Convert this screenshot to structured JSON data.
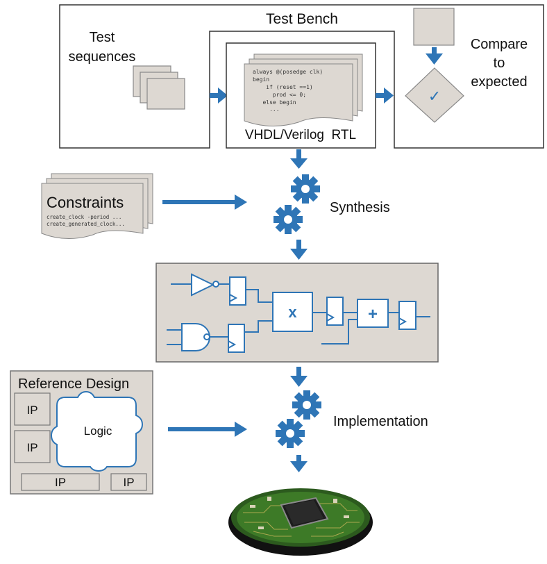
{
  "testbench": {
    "title": "Test Bench",
    "sequences_line1": "Test",
    "sequences_line2": "sequences",
    "compare_line1": "Compare",
    "compare_line2": "to",
    "compare_line3": "expected",
    "checkmark": "✓"
  },
  "rtl": {
    "label": "VHDL/Verilog  RTL",
    "code": [
      "always @(posedge clk)",
      "begin",
      "    if (reset ==1)",
      "      prod <= 0;",
      "   else begin",
      "     ..."
    ]
  },
  "constraints": {
    "title": "Constraints",
    "code": [
      "create_clock -period ...",
      "create_generated_clock..."
    ]
  },
  "steps": {
    "synthesis": "Synthesis",
    "implementation": "Implementation"
  },
  "netlist": {
    "multiply": "x",
    "add": "+"
  },
  "reference_design": {
    "title": "Reference Design",
    "ip_label": "IP",
    "logic_label": "Logic"
  },
  "colors": {
    "arrow_blue": "#2e75b6",
    "gray_fill": "#ddd8d2",
    "border": "#7f7f7f"
  }
}
